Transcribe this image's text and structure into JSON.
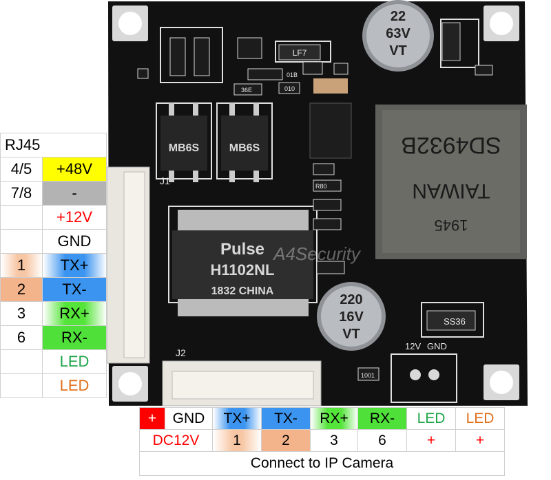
{
  "left_table": {
    "title": "RJ45",
    "rows": [
      {
        "pin": "4/5",
        "signal": "+48V"
      },
      {
        "pin": "7/8",
        "signal": "-"
      },
      {
        "pin": "",
        "signal": "+12V"
      },
      {
        "pin": "",
        "signal": "GND"
      },
      {
        "pin": "1",
        "signal": "TX+"
      },
      {
        "pin": "2",
        "signal": "TX-"
      },
      {
        "pin": "3",
        "signal": "RX+"
      },
      {
        "pin": "6",
        "signal": "RX-"
      },
      {
        "pin": "",
        "signal": "LED"
      },
      {
        "pin": "",
        "signal": "LED"
      }
    ]
  },
  "bottom_table": {
    "signals": [
      "+",
      "GND",
      "TX+",
      "TX-",
      "RX+",
      "RX-",
      "LED",
      "LED"
    ],
    "pins": [
      "DC12V",
      "1",
      "2",
      "3",
      "6",
      "+",
      "+"
    ],
    "footer": "Connect to IP Camera"
  },
  "board": {
    "cap_top": [
      "22",
      "63V",
      "VT"
    ],
    "cap_bottom": [
      "220",
      "16V",
      "VT"
    ],
    "transformer": [
      "Pulse",
      "H1102NL",
      "1832 CHINA"
    ],
    "rj45_jack": [
      "1945",
      "TAIWAN",
      "SD4932B"
    ],
    "bridge_1": "MB6S",
    "bridge_2": "MB6S",
    "diode": "SS36",
    "inductor": "LF7",
    "j1": "J1",
    "j2": "J2",
    "power_label_12v": "12V",
    "power_label_gnd": "GND",
    "watermark": "A4Security",
    "resistor_1": "01B",
    "resistor_2": "010",
    "resistor_3": "36E",
    "resistor_4": "R80",
    "resistor_5": "1001"
  },
  "colors": {
    "pcb": "#111111",
    "yellow": "#ffff00",
    "gray": "#b3b3b3",
    "blue": "#3b94f0",
    "green": "#4fe03a",
    "peach": "#f4b48b",
    "red": "#ff0000",
    "led_green": "#1ea64a",
    "led_orange": "#e0701c"
  }
}
